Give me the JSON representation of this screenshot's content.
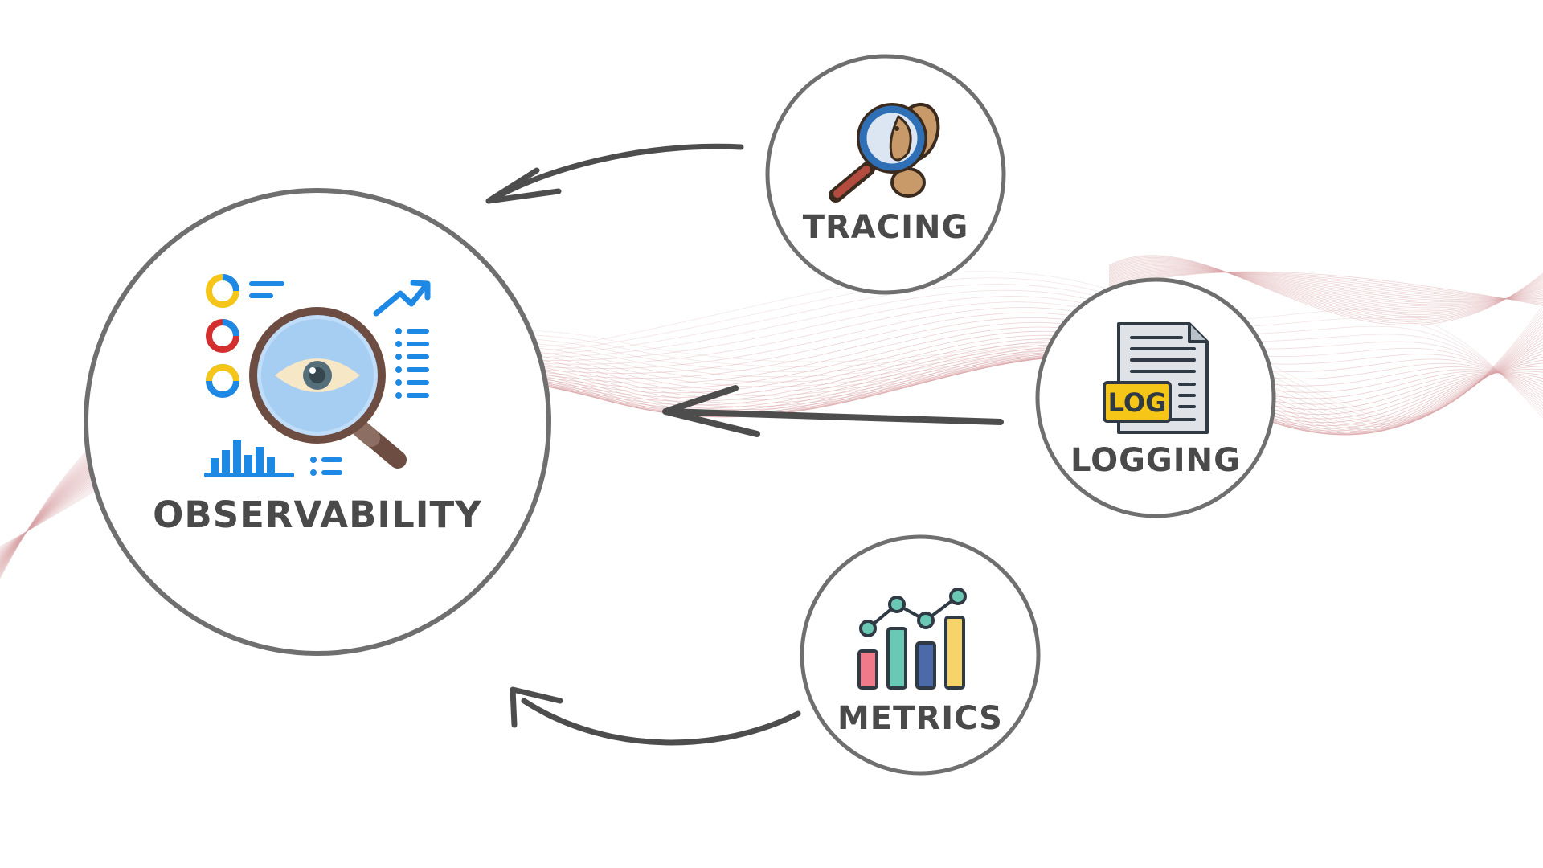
{
  "diagram": {
    "center_node": {
      "label": "OBSERVABILITY",
      "icon": "magnifier-eye-dashboard-icon"
    },
    "nodes": [
      {
        "id": "tracing",
        "label": "TRACING",
        "icon": "footprint-magnifier-icon"
      },
      {
        "id": "logging",
        "label": "LOGGING",
        "icon": "log-document-icon",
        "icon_text": "LOG"
      },
      {
        "id": "metrics",
        "label": "METRICS",
        "icon": "bar-line-chart-icon"
      }
    ],
    "edges": [
      {
        "from": "tracing",
        "to": "observability"
      },
      {
        "from": "logging",
        "to": "observability"
      },
      {
        "from": "metrics",
        "to": "observability"
      }
    ],
    "colors": {
      "circle_stroke": "#6f6f6f",
      "arrow": "#4d4d4d",
      "label": "#4a4a4a",
      "wave": "#d9a3a6",
      "accent_blue": "#1e88e5",
      "accent_yellow": "#f5c518",
      "accent_red": "#d32f2f"
    }
  }
}
